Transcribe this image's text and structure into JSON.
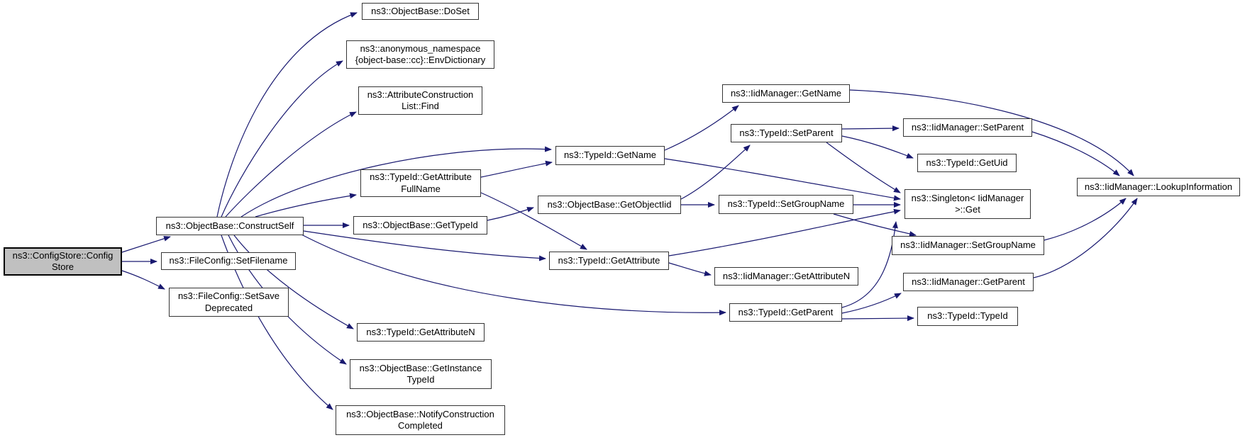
{
  "diagram_type": "call-graph",
  "colors": {
    "edge": "#191970",
    "node_border": "#353535",
    "node_fill": "#ffffff",
    "highlight_fill": "#c0c0c0",
    "text": "#000000",
    "background": "#ffffff"
  },
  "nodes": [
    {
      "id": "configstore-configstore",
      "label": "ns3::ConfigStore::Config\nStore",
      "highlighted": true
    },
    {
      "id": "objectbase-constructself",
      "label": "ns3::ObjectBase::ConstructSelf",
      "highlighted": false
    },
    {
      "id": "fileconfig-setfilename",
      "label": "ns3::FileConfig::SetFilename",
      "highlighted": false
    },
    {
      "id": "fileconfig-setsavedeprecated",
      "label": "ns3::FileConfig::SetSave\nDeprecated",
      "highlighted": false
    },
    {
      "id": "objectbase-doset",
      "label": "ns3::ObjectBase::DoSet",
      "highlighted": false
    },
    {
      "id": "anonymous-envdictionary",
      "label": "ns3::anonymous_namespace\n{object-base::cc}::EnvDictionary",
      "highlighted": false
    },
    {
      "id": "attributeconstructionlist-find",
      "label": "ns3::AttributeConstruction\nList::Find",
      "highlighted": false
    },
    {
      "id": "typeid-getattributefullname",
      "label": "ns3::TypeId::GetAttribute\nFullName",
      "highlighted": false
    },
    {
      "id": "objectbase-gettypeid",
      "label": "ns3::ObjectBase::GetTypeId",
      "highlighted": false
    },
    {
      "id": "typeid-getname",
      "label": "ns3::TypeId::GetName",
      "highlighted": false
    },
    {
      "id": "objectbase-getobjectiid",
      "label": "ns3::ObjectBase::GetObjectIid",
      "highlighted": false
    },
    {
      "id": "typeid-getattribute",
      "label": "ns3::TypeId::GetAttribute",
      "highlighted": false
    },
    {
      "id": "iidmanager-getname",
      "label": "ns3::IidManager::GetName",
      "highlighted": false
    },
    {
      "id": "typeid-setparent",
      "label": "ns3::TypeId::SetParent",
      "highlighted": false
    },
    {
      "id": "iidmanager-setparent",
      "label": "ns3::IidManager::SetParent",
      "highlighted": false
    },
    {
      "id": "typeid-getuid",
      "label": "ns3::TypeId::GetUid",
      "highlighted": false
    },
    {
      "id": "singleton-iidmanager-get",
      "label": "ns3::Singleton< IidManager\n>::Get",
      "highlighted": false
    },
    {
      "id": "typeid-setgroupname",
      "label": "ns3::TypeId::SetGroupName",
      "highlighted": false
    },
    {
      "id": "iidmanager-setgroupname",
      "label": "ns3::IidManager::SetGroupName",
      "highlighted": false
    },
    {
      "id": "iidmanager-getattributen",
      "label": "ns3::IidManager::GetAttributeN",
      "highlighted": false
    },
    {
      "id": "typeid-getparent",
      "label": "ns3::TypeId::GetParent",
      "highlighted": false
    },
    {
      "id": "iidmanager-getparent",
      "label": "ns3::IidManager::GetParent",
      "highlighted": false
    },
    {
      "id": "typeid-typeid",
      "label": "ns3::TypeId::TypeId",
      "highlighted": false
    },
    {
      "id": "iidmanager-lookupinformation",
      "label": "ns3::IidManager::LookupInformation",
      "highlighted": false
    },
    {
      "id": "typeid-getattributen",
      "label": "ns3::TypeId::GetAttributeN",
      "highlighted": false
    },
    {
      "id": "objectbase-getinstancetypeid",
      "label": "ns3::ObjectBase::GetInstance\nTypeId",
      "highlighted": false
    },
    {
      "id": "objectbase-notifyconstructioncompleted",
      "label": "ns3::ObjectBase::NotifyConstruction\nCompleted",
      "highlighted": false
    }
  ],
  "edges": [
    {
      "from": "configstore-configstore",
      "to": "objectbase-constructself"
    },
    {
      "from": "configstore-configstore",
      "to": "fileconfig-setfilename"
    },
    {
      "from": "configstore-configstore",
      "to": "fileconfig-setsavedeprecated"
    },
    {
      "from": "objectbase-constructself",
      "to": "objectbase-doset"
    },
    {
      "from": "objectbase-constructself",
      "to": "anonymous-envdictionary"
    },
    {
      "from": "objectbase-constructself",
      "to": "attributeconstructionlist-find"
    },
    {
      "from": "objectbase-constructself",
      "to": "typeid-getname"
    },
    {
      "from": "objectbase-constructself",
      "to": "typeid-getattributefullname"
    },
    {
      "from": "objectbase-constructself",
      "to": "objectbase-gettypeid"
    },
    {
      "from": "objectbase-constructself",
      "to": "typeid-getattribute"
    },
    {
      "from": "objectbase-constructself",
      "to": "typeid-getparent"
    },
    {
      "from": "objectbase-constructself",
      "to": "typeid-getattributen"
    },
    {
      "from": "objectbase-constructself",
      "to": "objectbase-getinstancetypeid"
    },
    {
      "from": "objectbase-constructself",
      "to": "objectbase-notifyconstructioncompleted"
    },
    {
      "from": "typeid-getattributefullname",
      "to": "typeid-getname"
    },
    {
      "from": "typeid-getattributefullname",
      "to": "typeid-getattribute"
    },
    {
      "from": "objectbase-gettypeid",
      "to": "objectbase-getobjectiid"
    },
    {
      "from": "objectbase-getobjectiid",
      "to": "typeid-setparent"
    },
    {
      "from": "objectbase-getobjectiid",
      "to": "typeid-setgroupname"
    },
    {
      "from": "typeid-getname",
      "to": "iidmanager-getname"
    },
    {
      "from": "typeid-getname",
      "to": "singleton-iidmanager-get"
    },
    {
      "from": "iidmanager-getname",
      "to": "iidmanager-lookupinformation"
    },
    {
      "from": "typeid-setparent",
      "to": "iidmanager-setparent"
    },
    {
      "from": "typeid-setparent",
      "to": "typeid-getuid"
    },
    {
      "from": "typeid-setparent",
      "to": "singleton-iidmanager-get"
    },
    {
      "from": "typeid-setgroupname",
      "to": "singleton-iidmanager-get"
    },
    {
      "from": "typeid-setgroupname",
      "to": "iidmanager-setgroupname"
    },
    {
      "from": "iidmanager-setparent",
      "to": "iidmanager-lookupinformation"
    },
    {
      "from": "iidmanager-setgroupname",
      "to": "iidmanager-lookupinformation"
    },
    {
      "from": "typeid-getattribute",
      "to": "singleton-iidmanager-get"
    },
    {
      "from": "typeid-getattribute",
      "to": "iidmanager-getattributen"
    },
    {
      "from": "typeid-getparent",
      "to": "singleton-iidmanager-get"
    },
    {
      "from": "typeid-getparent",
      "to": "iidmanager-getparent"
    },
    {
      "from": "typeid-getparent",
      "to": "typeid-typeid"
    },
    {
      "from": "iidmanager-getparent",
      "to": "iidmanager-lookupinformation"
    }
  ]
}
